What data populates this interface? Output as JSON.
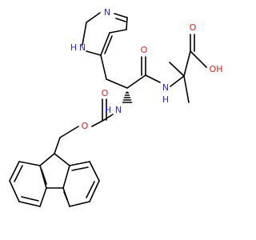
{
  "colors": {
    "background": "#ffffff",
    "carbon_bond": "#000000",
    "nitrogen": "#2a2ad8",
    "oxygen": "#e02020"
  },
  "atoms": {
    "imidazole_nh": "H",
    "imidazole_nh_n": "N",
    "imidazole_n": "N",
    "amide_o": "O",
    "amide_nh": "N",
    "amide_h": "H",
    "acid_o_double": "O",
    "acid_oh": "OH",
    "carbamate_nh_h": "H",
    "carbamate_nh_n": "N",
    "carbamate_o_double": "O",
    "carbamate_o_ester": "O"
  }
}
